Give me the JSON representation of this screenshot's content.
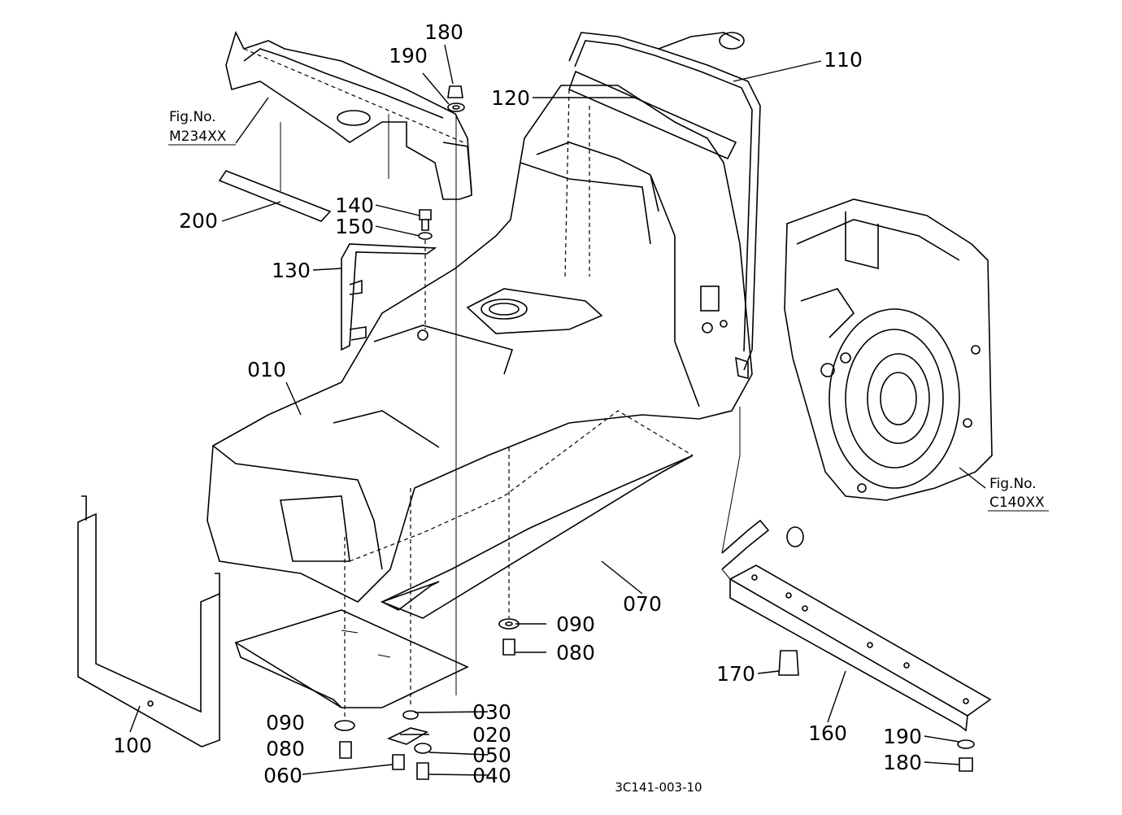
{
  "parts": {
    "p010": "010",
    "p020": "020",
    "p030": "030",
    "p040": "040",
    "p050": "050",
    "p060": "060",
    "p070": "070",
    "p080a": "080",
    "p080b": "080",
    "p090a": "090",
    "p090b": "090",
    "p100": "100",
    "p110": "110",
    "p120": "120",
    "p130": "130",
    "p140": "140",
    "p150": "150",
    "p160": "160",
    "p170": "170",
    "p180a": "180",
    "p180b": "180",
    "p190a": "190",
    "p190b": "190",
    "p200": "200"
  },
  "figure_refs": {
    "ref1_line1": "Fig.No.",
    "ref1_line2": "M234XX",
    "ref2_line1": "Fig.No.",
    "ref2_line2": "C140XX"
  },
  "drawing_code": "3C141-003-10"
}
